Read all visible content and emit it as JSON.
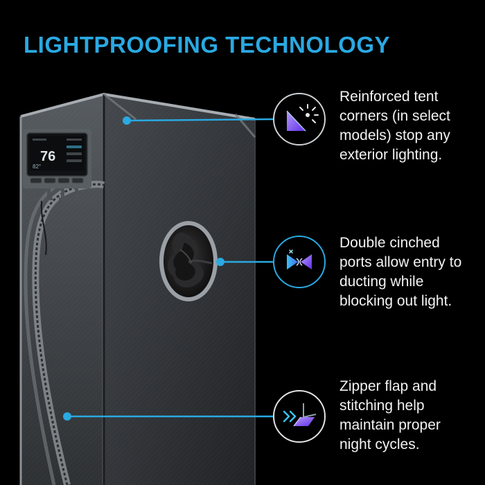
{
  "title": "LIGHTPROOFING TECHNOLOGY",
  "colors": {
    "background": "#000000",
    "accent": "#2AA9E2",
    "text": "#F2F2F2",
    "icon_purple": "#7B4DF0",
    "icon_cyan": "#39C2F0"
  },
  "controller": {
    "main_value": "76",
    "sub_value": "82°"
  },
  "callouts": [
    {
      "icon": "corner-light-icon",
      "text": "Reinforced tent corners (in select models) stop any exterior lighting."
    },
    {
      "icon": "cinched-port-icon",
      "text": "Double cinched ports allow entry to ducting while blocking out light."
    },
    {
      "icon": "zipper-flap-icon",
      "text": "Zipper flap and stitching help maintain proper night cycles."
    }
  ]
}
